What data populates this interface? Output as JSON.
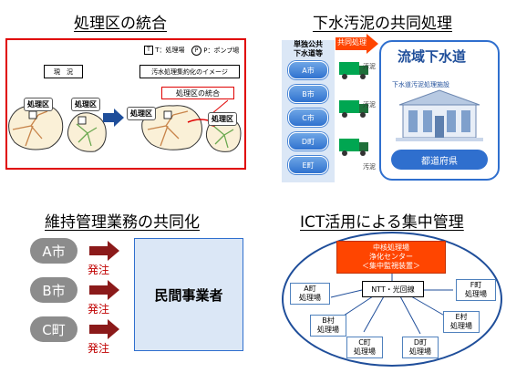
{
  "q1": {
    "title": "処理区の統合",
    "legend_plant": "T：処理場",
    "legend_pump": "P：ポンプ場",
    "current_label": "現　況",
    "image_label": "汚水処理集約化のイメージ",
    "plant_labels": [
      "処理区",
      "処理区",
      "処理区",
      "処理区"
    ],
    "integration_label": "処理区の統合",
    "plant_marker": "T",
    "pump_marker": "P"
  },
  "q2": {
    "title": "下水汚泥の共同処理",
    "operators": "単独公共\n下水道等",
    "joint": "共同処理",
    "cities": [
      "A市",
      "B市",
      "C市",
      "D町",
      "E町"
    ],
    "sludge": [
      "汚泥",
      "汚泥",
      "汚泥"
    ],
    "basin_title": "流域下水道",
    "facility": "下水道汚泥処理施設",
    "prefecture": "都道府県"
  },
  "q3": {
    "title": "維持管理業務の共同化",
    "cities": [
      "A市",
      "B市",
      "C町"
    ],
    "order": "発注",
    "contractor": "民間事業者"
  },
  "q4": {
    "title": "ICT活用による集中管理",
    "center": "中核処理場\n浄化センター\n＜集中監視装置＞",
    "network": "NTT・光回線",
    "nodes": [
      "A町\n処理場",
      "B村\n処理場",
      "C町\n処理場",
      "D町\n処理場",
      "E村\n処理場",
      "F町\n処理場"
    ]
  },
  "colors": {
    "red": "#e00000",
    "blue": "#2f6fce",
    "dark_blue": "#1f4e9a",
    "green_truck": "#00a651",
    "gray": "#8c8c8c",
    "arrow_red": "#8b1a1a",
    "orange": "#ff4500"
  },
  "icons": [
    "truck-icon",
    "building-icon",
    "arrow-right-icon"
  ]
}
